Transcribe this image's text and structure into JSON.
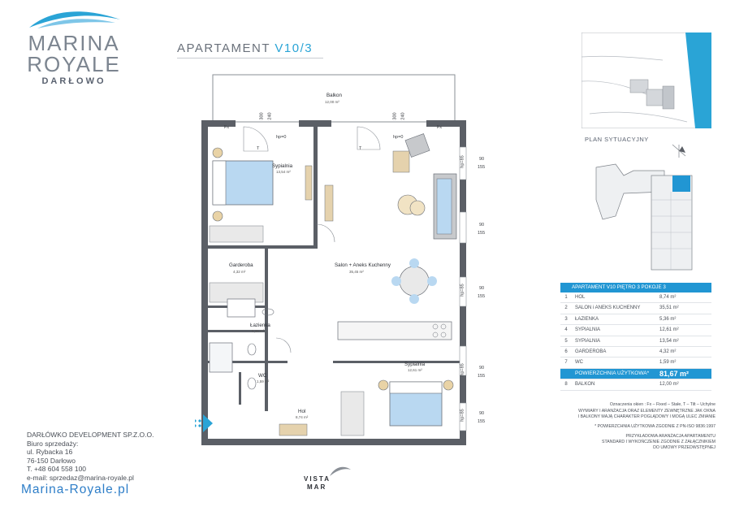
{
  "brand": {
    "line1": "MARINA",
    "line2": "ROYALE",
    "line3": "DARŁOWO",
    "wave_color": "#2aa4d6"
  },
  "header": {
    "prefix": "APARTAMENT",
    "code": "V10/3"
  },
  "plan_labels": {
    "balkon": "Balkon",
    "balkon_area": "12,00 m²",
    "sypialnia_1": "Sypialnia",
    "sypialnia_1_area": "13,54 m²",
    "salon": "Salon + Aneks Kuchenny",
    "salon_area": "35,45 m²",
    "garderoba": "Garderoba",
    "garderoba_area": "4,32 m²",
    "lazienka": "Łazienka",
    "lazienka_area": "5,36 m²",
    "wc": "WC",
    "wc_area": "1,59 m²",
    "sypialnia_2": "Sypialnia",
    "sypialnia_2_area": "12,61 m²",
    "hol": "Hol",
    "hol_area": "8,74 m²",
    "fx_left": "Fx",
    "fx_right": "Fx",
    "hp0_left": "hp=0",
    "hp0_right": "hp=0",
    "dim_300": "300",
    "dim_240": "240",
    "dim_90": "90",
    "dim_155": "155",
    "hp85": "hp=85",
    "t": "T"
  },
  "site_plan_caption": "PLAN SYTUACYJNY",
  "table": {
    "header": "APARTAMENT  V10  PIĘTRO 3  POKOJE 3",
    "rows": [
      {
        "n": "1",
        "name": "HOL",
        "area": "8,74 m²"
      },
      {
        "n": "2",
        "name": "SALON i ANEKS KUCHENNY",
        "area": "35,51 m²"
      },
      {
        "n": "3",
        "name": "ŁAZIENKA",
        "area": "5,36 m²"
      },
      {
        "n": "4",
        "name": "SYPIALNIA",
        "area": "12,61 m²"
      },
      {
        "n": "5",
        "name": "SYPIALNIA",
        "area": "13,54 m²"
      },
      {
        "n": "6",
        "name": "GARDEROBA",
        "area": "4,32 m²"
      },
      {
        "n": "7",
        "name": "WC",
        "area": "1,59 m²"
      }
    ],
    "sum_name": "POWIERZCHNIA UŻYTKOWA*",
    "sum_area": "81,67 m²",
    "balkon": {
      "n": "8",
      "name": "BALKON",
      "area": "12,00 m²"
    }
  },
  "notes": {
    "legend": "Oznaczenia okien : Fx – Fixed – Stałe,  T – Tilt – Uchylne",
    "line1": "WYMIARY I ARANŻACJA ORAZ ELEMENTY ZEWNĘTRZNE JAK OKNA",
    "line2": "I BALKONY MAJĄ CHARAKTER POGLĄDOWY I MOGĄ ULEC ZMIANIE",
    "line3": "* POWIERZCHNIA UŻYTKOWA ZGODNIE Z PN-ISO 9836:1997",
    "line4": "PRZYKŁADOWA ARANŻACJA APARTAMENTU",
    "line5": "STANDARD I WYKOŃCZENIE ZGODNIE Z ZAŁĄCZNIKIEM",
    "line6": "DO UMOWY PRZEDWSTĘPNEJ"
  },
  "contact": {
    "company": "DARŁÓWKO DEVELOPMENT SP.Z.O.O.",
    "office": "Biuro sprzedaży:",
    "street": "ul. Rybacka 16",
    "city": "76-150 Darłowo",
    "phone": "T. +48 604 558 100",
    "email": "e-mail: sprzedaz@marina-royale.pl"
  },
  "website": "Marina-Royale.pl",
  "vista": {
    "line1": "VISTA",
    "line2": "MAR"
  },
  "colors": {
    "accent": "#2196d3",
    "bed": "#b9d8f1",
    "wall": "#5b5f66"
  }
}
